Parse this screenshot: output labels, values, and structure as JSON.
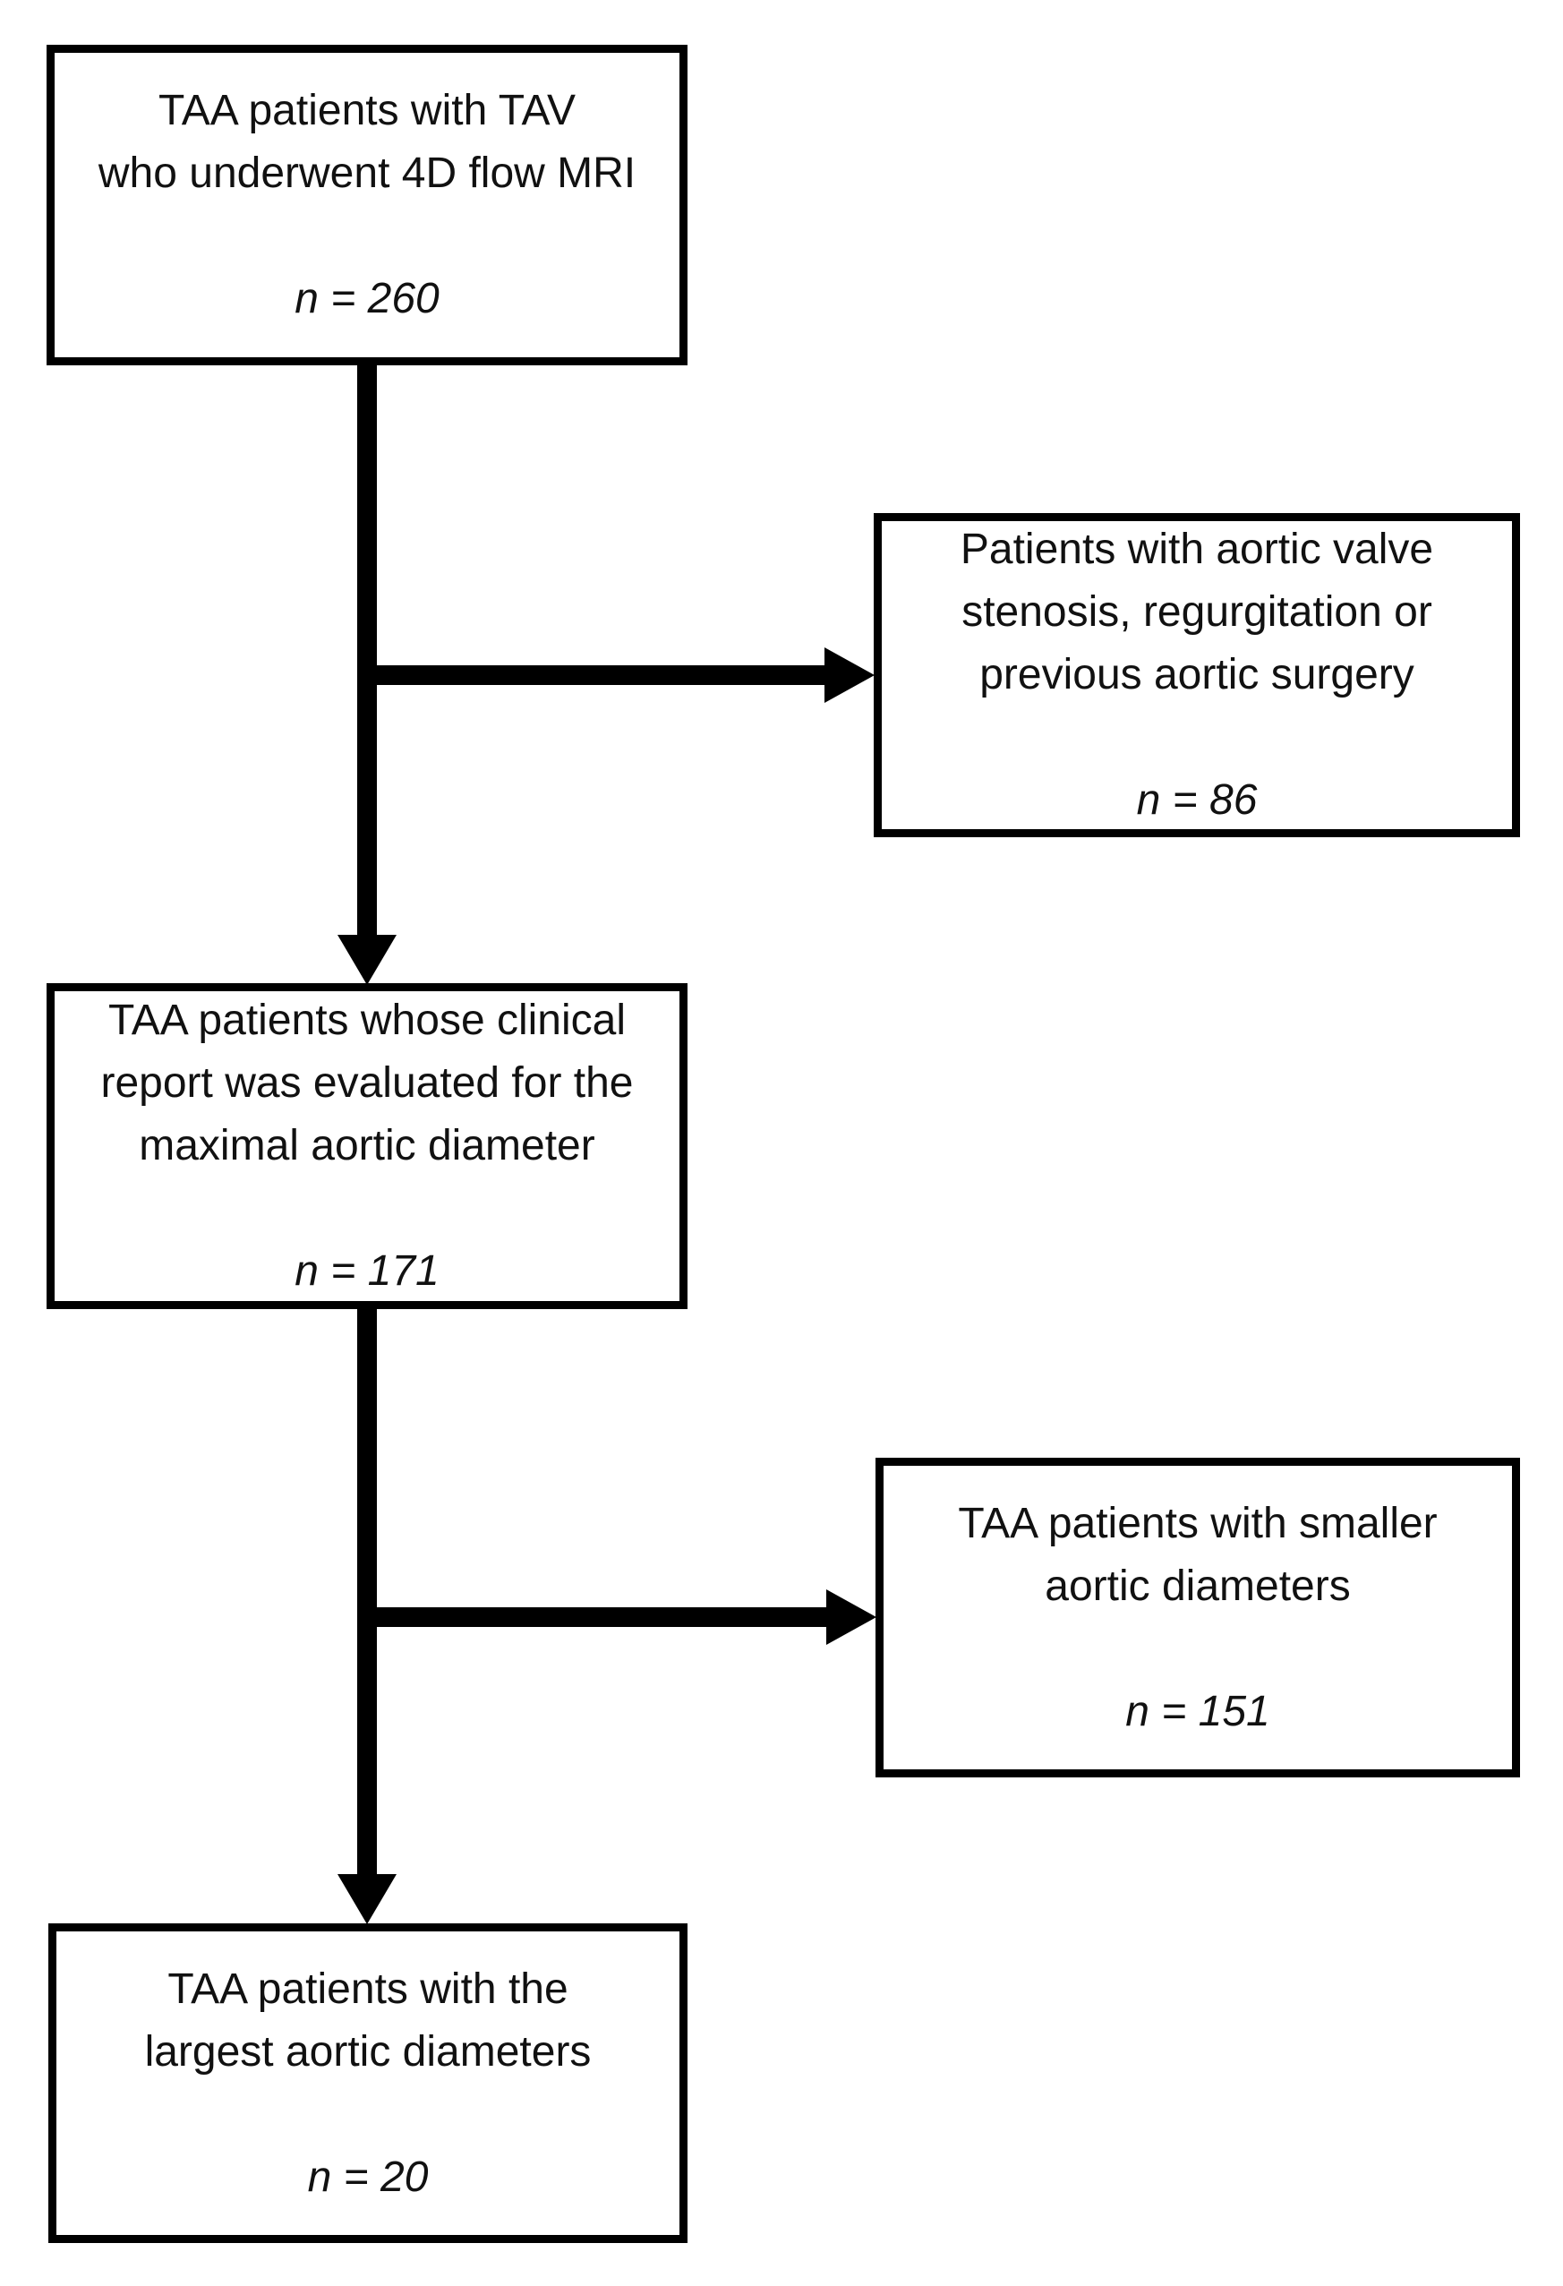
{
  "diagram": {
    "type": "patient-selection-flowchart",
    "colors": {
      "background": "#ffffff",
      "line": "#000000",
      "text": "#111111"
    },
    "boxes": {
      "box1": {
        "title": "TAA patients with TAV\nwho underwent 4D flow MRI",
        "count": "n = 260"
      },
      "box2": {
        "title": "Patients with aortic valve\nstenosis, regurgitation or\nprevious aortic surgery",
        "count": "n = 86"
      },
      "box3": {
        "title": "TAA patients whose clinical\nreport was evaluated for the\nmaximal aortic diameter",
        "count": "n = 171"
      },
      "box4": {
        "title": "TAA patients with smaller\naortic diameters",
        "count": "n = 151"
      },
      "box5": {
        "title": "TAA patients with the\nlargest aortic diameters",
        "count": "n = 20"
      }
    },
    "edges": [
      {
        "from": "box1",
        "to": "box3",
        "kind": "main-flow-down"
      },
      {
        "from": "box1",
        "to": "box2",
        "kind": "exclusion-branch-right"
      },
      {
        "from": "box3",
        "to": "box5",
        "kind": "main-flow-down"
      },
      {
        "from": "box3",
        "to": "box4",
        "kind": "exclusion-branch-right"
      }
    ]
  }
}
